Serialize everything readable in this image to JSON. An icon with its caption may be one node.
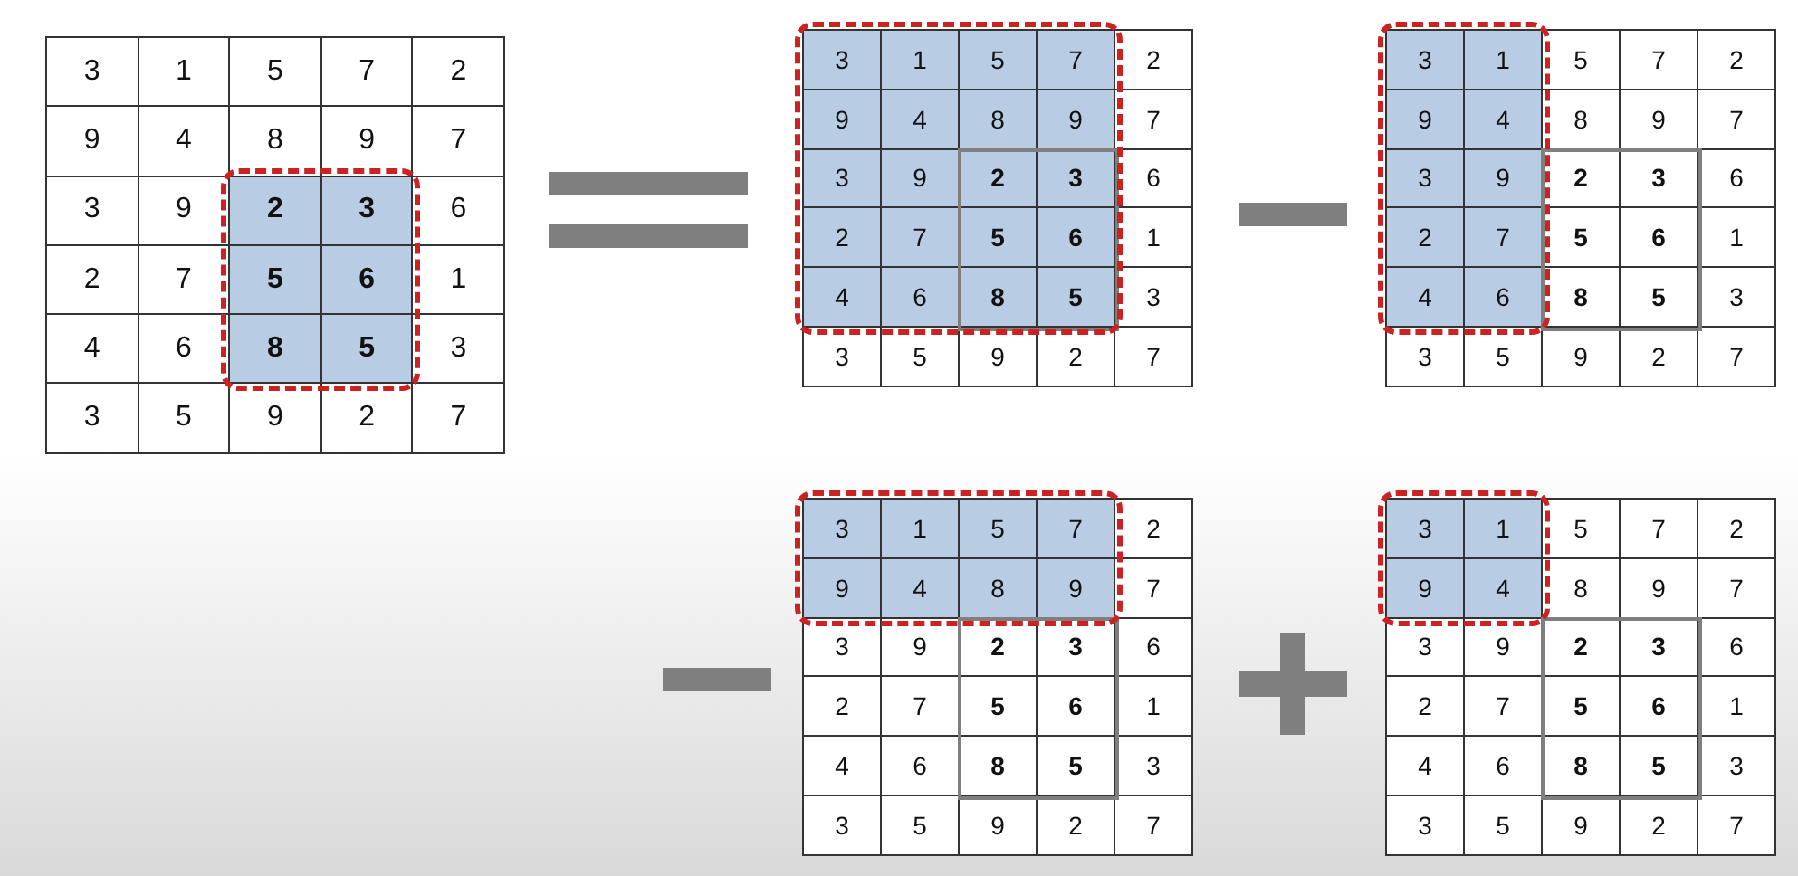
{
  "diagram": {
    "labels": [
      "3",
      "1",
      "5",
      "7",
      "2",
      "9",
      "4",
      "8",
      "9",
      "7",
      "3",
      "9",
      "2",
      "3",
      "6",
      "2",
      "7",
      "5",
      "6",
      "1",
      "4",
      "6",
      "8",
      "5",
      "3",
      "3",
      "5",
      "9",
      "2",
      "7",
      "3",
      "1",
      "5",
      "7",
      "2",
      "9",
      "4",
      "8",
      "9",
      "7",
      "3",
      "9",
      "2",
      "3",
      "6",
      "2",
      "7",
      "5",
      "6",
      "1",
      "4",
      "6",
      "8",
      "5",
      "3",
      "3",
      "5",
      "9",
      "2",
      "7",
      "3",
      "1",
      "5",
      "7",
      "2",
      "9",
      "4",
      "8",
      "9",
      "7",
      "3",
      "9",
      "2",
      "3",
      "6",
      "2",
      "7",
      "5",
      "6",
      "1",
      "4",
      "6",
      "8",
      "5",
      "3",
      "3",
      "5",
      "9",
      "2",
      "7",
      "3",
      "1",
      "5",
      "7",
      "2",
      "9",
      "4",
      "8",
      "9",
      "7",
      "3",
      "9",
      "2",
      "3",
      "6",
      "2",
      "7",
      "5",
      "6",
      "1",
      "4",
      "6",
      "8",
      "5",
      "3",
      "3",
      "5",
      "9",
      "2",
      "7",
      "3",
      "1",
      "5",
      "7",
      "2",
      "9",
      "4",
      "8",
      "9",
      "7",
      "3",
      "9",
      "2",
      "3",
      "6",
      "2",
      "7",
      "5",
      "6",
      "1",
      "4",
      "6",
      "8",
      "5",
      "3",
      "3",
      "5",
      "9",
      "2",
      "7"
    ]
  }
}
